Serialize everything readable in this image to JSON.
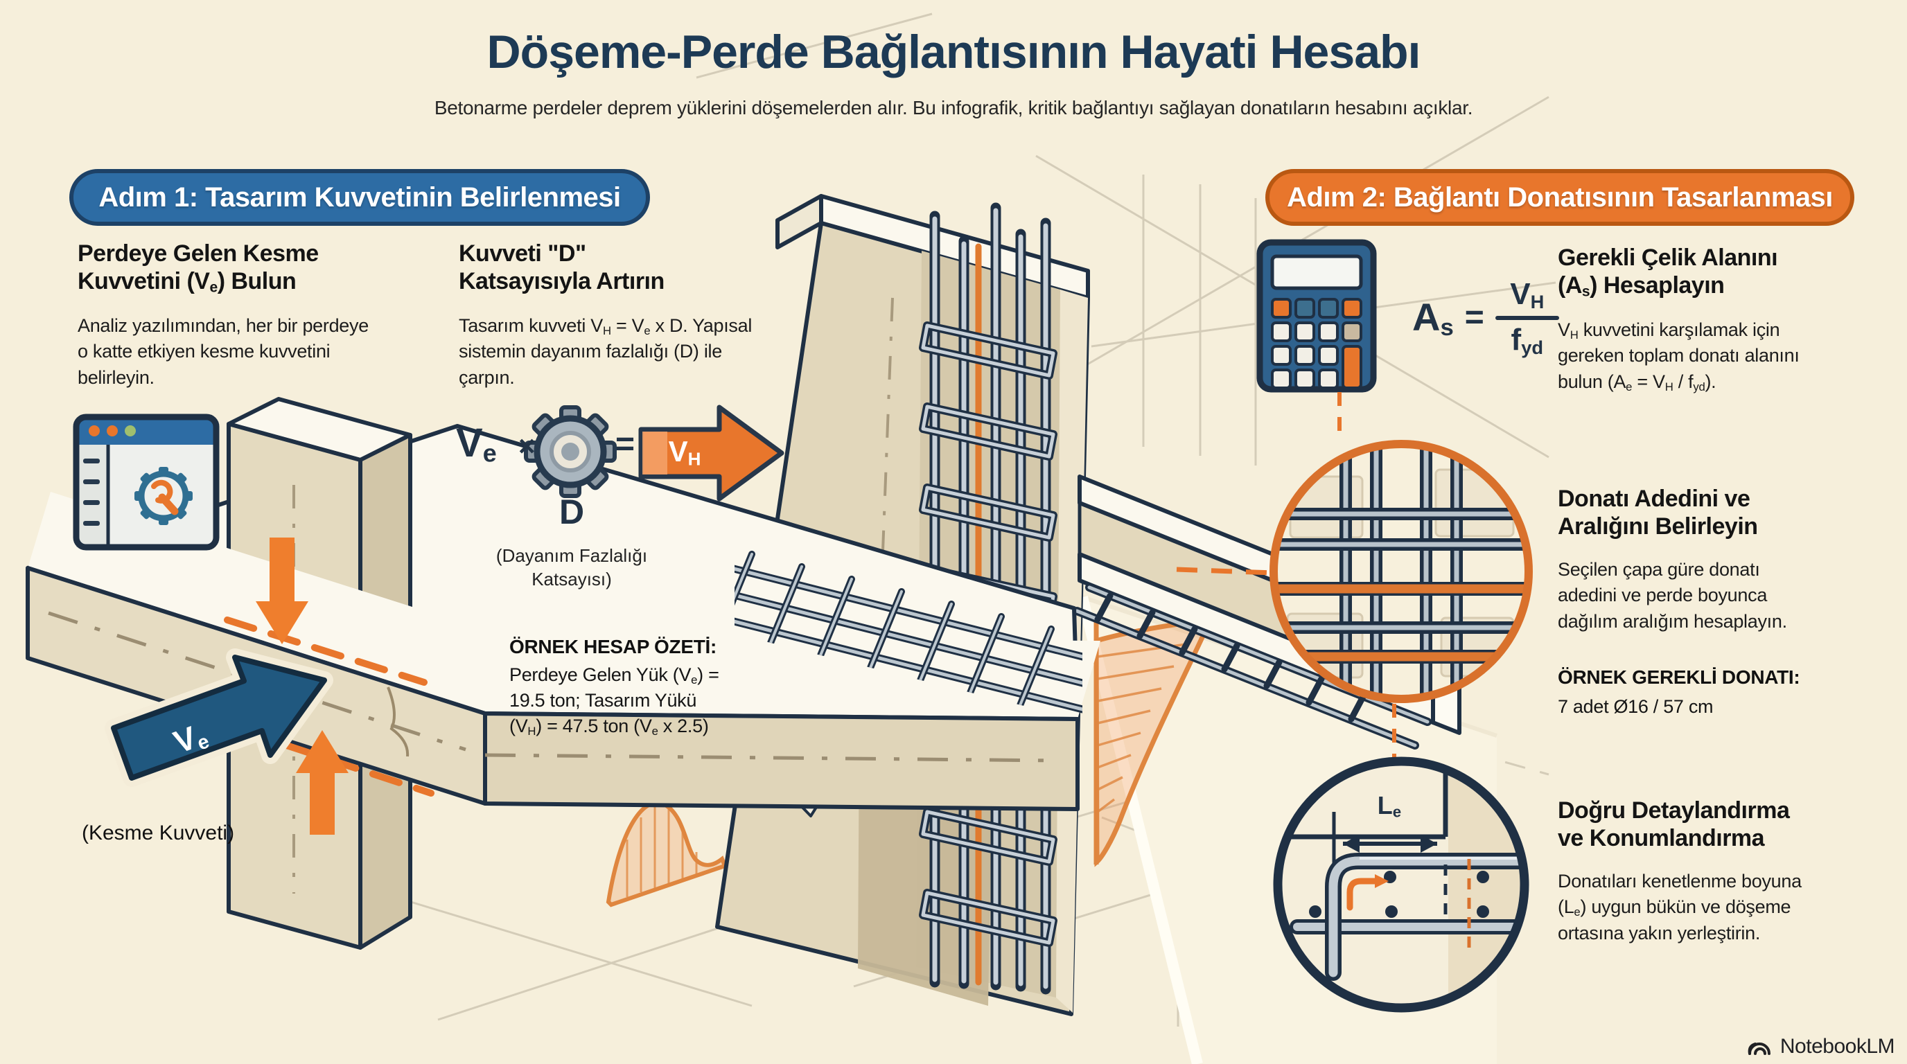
{
  "colors": {
    "bg": "#f6efdb",
    "navy": "#1f3044",
    "blue": "#2d6ca4",
    "orange": "#e8762c",
    "title_navy": "#1d3a55"
  },
  "header": {
    "title": "Döşeme-Perde Bağlantısının Hayati Hesabı",
    "subtitle": "Betonarme perdeler deprem yüklerini döşemelerden alır. Bu infografik, kritik bağlantıyı sağlayan donatıların hesabını açıklar."
  },
  "step1": {
    "badge": "Adım 1: Tasarım Kuvvetinin Belirlenmesi",
    "find_shear": {
      "heading_html": "Perdeye Gelen Kesme<br>Kuvvetini (V<sub>e</sub>) Bulun",
      "body_html": "Analiz yazılımından, her bir perdeye<br>o katte etkiyen kesme kuvvetini<br>belirleyin."
    },
    "amplify": {
      "heading_html": "Kuvveti &quot;D&quot;<br>Katsayısıyla Artırın",
      "body_html": "Tasarım kuvveti V<sub>H</sub> = V<sub>e</sub> x D. Yapısal<br>sistemin dayanım fazlalığı (D) ile<br>çarpın."
    },
    "formula": {
      "ve_html": "V<sub>e</sub>",
      "times": "×",
      "equals": "=",
      "vh_html": "V<sub>H</sub>",
      "d_label": "D",
      "d_caption_html": "(Dayanım Fazlalığı<br>Katsayısı)"
    },
    "example": {
      "heading": "ÖRNEK HESAP ÖZETİ:",
      "body_html": "Perdeye Gelen Yük (V<sub>e</sub>) =<br>19.5 ton; Tasarım Yükü<br>(V<sub>H</sub>) = 47.5 ton (V<sub>e</sub> x 2.5)"
    },
    "shear_arrow": {
      "label_html": "V<sub>e</sub>",
      "caption": "(Kesme Kuvveti)"
    }
  },
  "step2": {
    "badge": "Adım 2: Bağlantı Donatısının Tasarlanması",
    "formula": {
      "as_html": "A<sub>s</sub>",
      "equals": "=",
      "num_html": "V<sub>H</sub>",
      "den_html": "f<sub>yd</sub>"
    },
    "steel_area": {
      "heading_html": "Gerekli Çelik Alanını<br>(A<sub>s</sub>) Hesaplayın",
      "body_html": "V<sub>H</sub> kuvvetini karşılamak için<br>gereken toplam donatı alanını<br>bulun (A<sub>e</sub> = V<sub>H</sub> / f<sub>yd</sub>)."
    },
    "rebar_count": {
      "heading_html": "Donatı Adedini ve<br>Aralığını Belirleyin",
      "body_html": "Seçilen çapa güre donatı<br>adedini ve perde boyunca<br>dağılım aralığım hesaplayın.",
      "example_heading": "ÖRNEK GEREKLİ DONATI:",
      "example_value": "7 adet Ø16 / 57 cm"
    },
    "detailing": {
      "heading_html": "Doğru Detaylandırma<br>ve Konumlandırma",
      "body_html": "Donatıları kenetlenme boyuna<br>(L<sub>e</sub>) uygun bükün ve döşeme<br>ortasına yakın yerleştirin."
    },
    "anchorage_label_html": "L<sub>e</sub>"
  },
  "footer": {
    "brand": "NotebookLM"
  }
}
